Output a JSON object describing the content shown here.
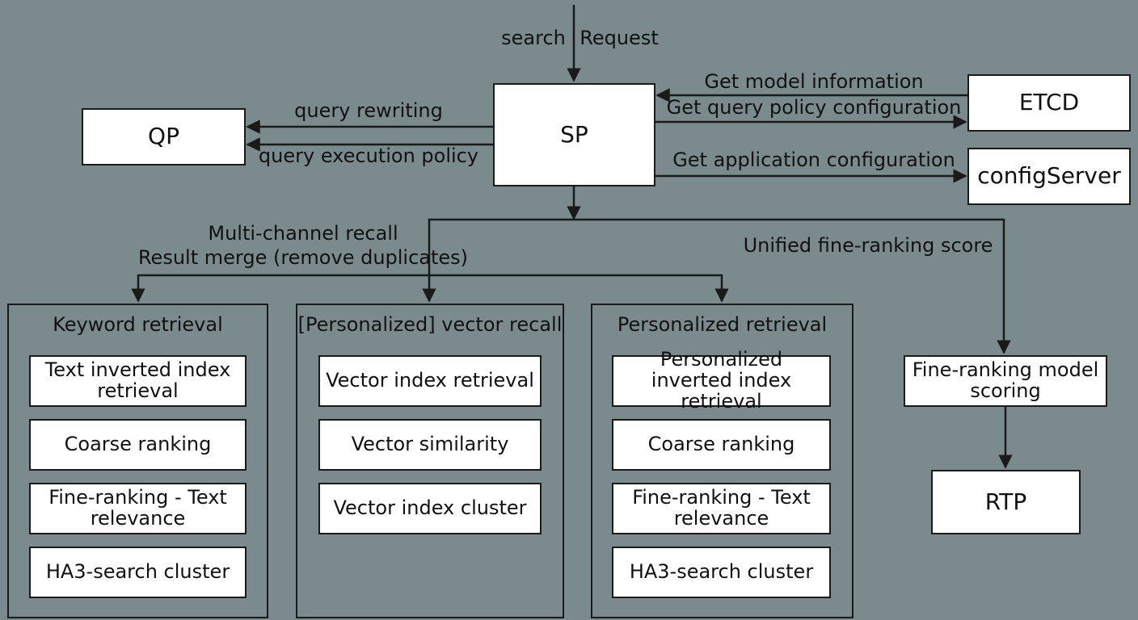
{
  "nodes": {
    "sp": "SP",
    "qp": "QP",
    "etcd": "ETCD",
    "config_server": "configServer",
    "rtp": "RTP",
    "fine_ranking_scoring": "Fine-ranking model scoring"
  },
  "edge_labels": {
    "search": "search",
    "request": "Request",
    "query_rewriting": "query rewriting",
    "query_execution_policy": "query execution policy",
    "get_model_information": "Get model information",
    "get_query_policy_configuration": "Get query policy configuration",
    "get_application_configuration": "Get application configuration",
    "multi_channel_recall": "Multi-channel recall",
    "result_merge": "Result merge (remove duplicates)",
    "unified_fine_ranking_score": "Unified fine-ranking score"
  },
  "panels": {
    "keyword": {
      "title": "Keyword retrieval",
      "items": [
        "Text inverted index retrieval",
        "Coarse ranking",
        "Fine-ranking - Text relevance",
        "HA3-search cluster"
      ]
    },
    "vector": {
      "title": "[Personalized] vector recall",
      "items": [
        "Vector index retrieval",
        "Vector similarity",
        "Vector index cluster"
      ]
    },
    "personalized": {
      "title": "Personalized retrieval",
      "items": [
        "Personalized inverted index retrieval",
        "Coarse ranking",
        "Fine-ranking - Text relevance",
        "HA3-search cluster"
      ]
    }
  },
  "colors": {
    "background": "#7b8b8d",
    "box": "#ffffff",
    "line": "#1a1a1a"
  }
}
